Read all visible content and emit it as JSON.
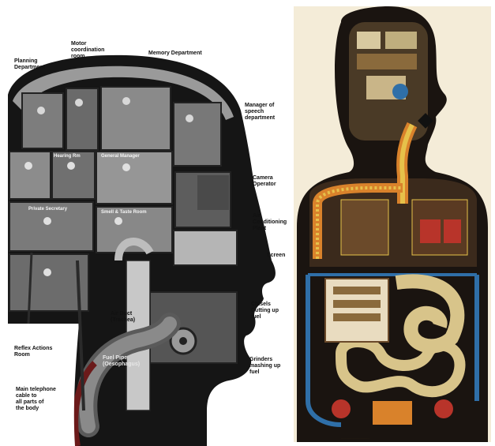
{
  "left_illustration": {
    "labels": {
      "planning": "Planning\nDepartment",
      "motor": "Motor\ncoordination\nroom",
      "memory": "Memory Department",
      "speech": "Manager of\nspeech\ndepartment",
      "camera": "Camera\nOperator",
      "air_plant": "Air\nConditioning\nPlant",
      "screen": "Screen",
      "chisels": "Chisels\nCutting up\nfuel",
      "grinders": "Grinders\nmashing up\nfuel",
      "reflex": "Reflex Actions\nRoom",
      "telephone": "Main telephone\ncable to\nall parts of\nthe body",
      "air_duct": "Air Duct\n(Trachea)",
      "fuel_pipe": "Fuel Pipe\n(Oesophagus)"
    },
    "rooms": {
      "hearing": "Hearing Rm",
      "general_manager": "General Manager",
      "private_secretary": "Private Secretary",
      "smell_taste": "Smell & Taste Room"
    }
  },
  "right_illustration": {
    "colors": {
      "background": "#1a1410",
      "body_fill": "#e9dcc0",
      "tube_orange": "#d9822b",
      "tube_yellow": "#e6c14a",
      "duct_blue": "#2f6fa8",
      "vessel_red": "#b8342a",
      "intestine": "#d8c48a"
    },
    "bottom_caption": "................................"
  }
}
